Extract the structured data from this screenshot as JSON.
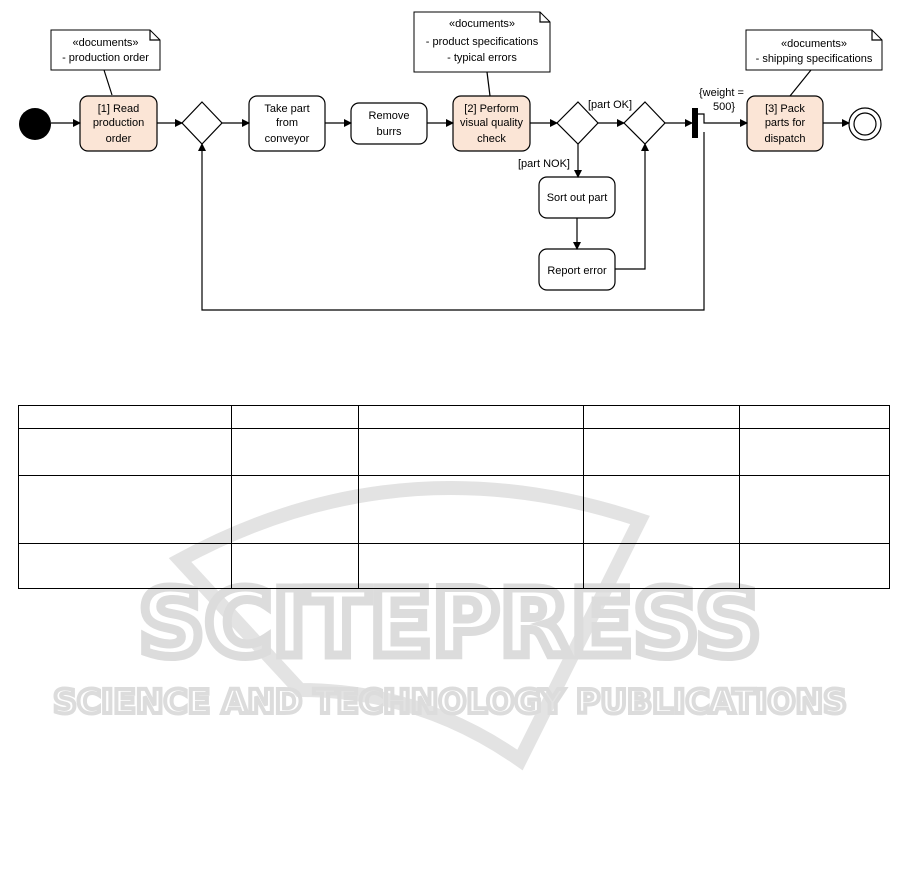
{
  "diagram": {
    "notes": [
      {
        "id": "note1",
        "lines": [
          "«documents»",
          "- production order"
        ]
      },
      {
        "id": "note2",
        "lines": [
          "«documents»",
          "- product specifications",
          "- typical errors"
        ]
      },
      {
        "id": "note3",
        "lines": [
          "«documents»",
          "- shipping specifications"
        ]
      }
    ],
    "actions": [
      {
        "id": "read-order",
        "lines": [
          "[1] Read",
          "production",
          "order"
        ],
        "highlight": true
      },
      {
        "id": "take-part",
        "lines": [
          "Take part",
          "from",
          "conveyor"
        ],
        "highlight": false
      },
      {
        "id": "remove-burrs",
        "lines": [
          "Remove",
          "burrs"
        ],
        "highlight": false
      },
      {
        "id": "quality-check",
        "lines": [
          "[2] Perform",
          "visual quality",
          "check"
        ],
        "highlight": true
      },
      {
        "id": "sort-out",
        "lines": [
          "Sort out part"
        ],
        "highlight": false
      },
      {
        "id": "report-error",
        "lines": [
          "Report error"
        ],
        "highlight": false
      },
      {
        "id": "pack-parts",
        "lines": [
          "[3] Pack",
          "parts for",
          "dispatch"
        ],
        "highlight": true
      }
    ],
    "guards": {
      "part_ok": "[part OK]",
      "part_nok": "[part NOK]",
      "weight": [
        "{weight =",
        "500}"
      ]
    }
  },
  "watermark": {
    "line1": "SCITEPRESS",
    "line2": "SCIENCE AND TECHNOLOGY PUBLICATIONS"
  },
  "table": {
    "rows": [
      [
        "",
        "",
        "",
        "",
        ""
      ],
      [
        "",
        "",
        "",
        "",
        ""
      ],
      [
        "",
        "",
        "",
        "",
        ""
      ],
      [
        "",
        "",
        "",
        "",
        ""
      ]
    ]
  }
}
